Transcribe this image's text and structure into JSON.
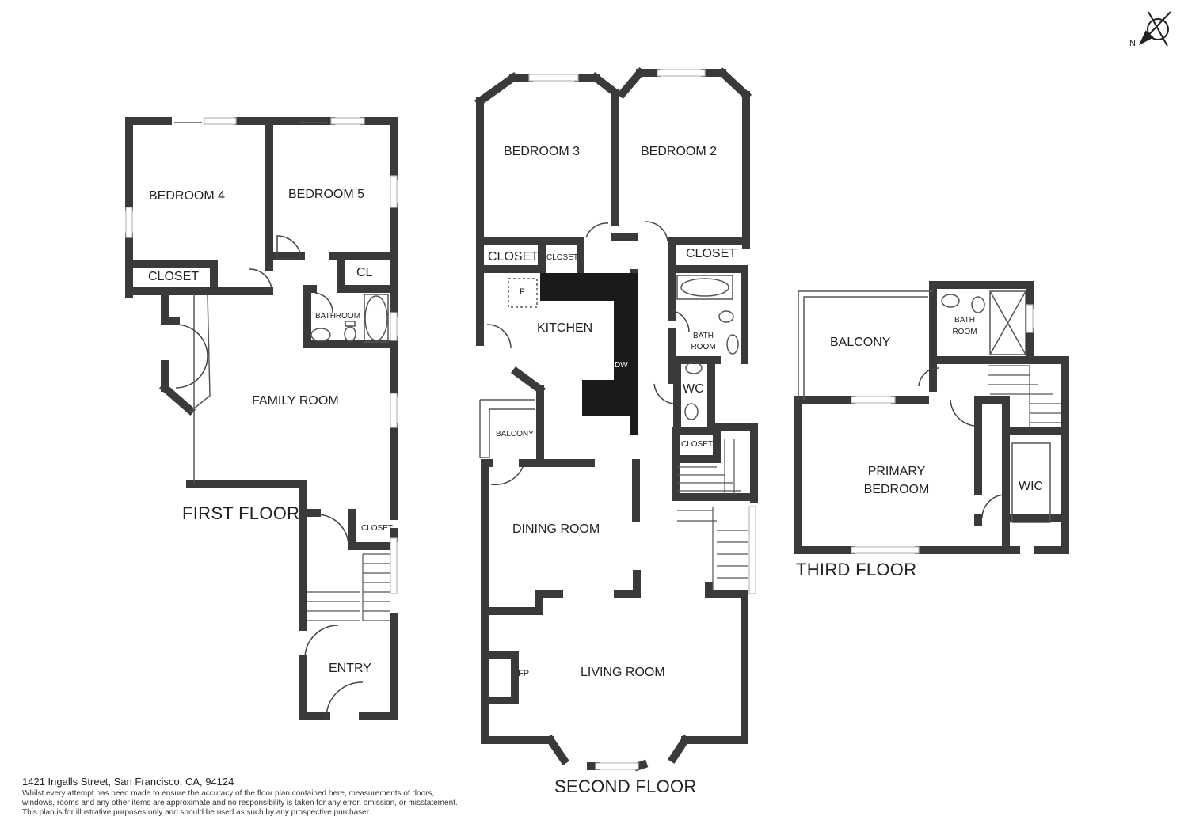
{
  "colors": {
    "wall": "#3a3a3a",
    "kitchen_counter": "#1a1a1a",
    "window": "#cfcfcf",
    "text": "#222222",
    "background": "#ffffff"
  },
  "compass": {
    "label": "N",
    "icon": "compass-arrow-icon"
  },
  "floors": {
    "first": {
      "title": "FIRST FLOOR",
      "rooms": {
        "bedroom4": "BEDROOM 4",
        "bedroom5": "BEDROOM 5",
        "closet": "CLOSET",
        "cl": "CL",
        "bathroom": "BATHROOM",
        "family_room": "FAMILY ROOM",
        "closet_small": "CLOSET",
        "entry": "ENTRY"
      }
    },
    "second": {
      "title": "SECOND FLOOR",
      "rooms": {
        "bedroom3": "BEDROOM 3",
        "bedroom2": "BEDROOM 2",
        "closet_left": "CLOSET",
        "closet_mid": "CLOSET",
        "closet_right": "CLOSET",
        "fridge": "F",
        "kitchen": "KITCHEN",
        "dishwasher": "DW",
        "bath_line1": "BATH",
        "bath_line2": "ROOM",
        "wc": "WC",
        "closet_stair": "CLOSET",
        "balcony": "BALCONY",
        "dining_room": "DINING ROOM",
        "fireplace": "FP",
        "living_room": "LIVING ROOM"
      }
    },
    "third": {
      "title": "THIRD FLOOR",
      "rooms": {
        "balcony": "BALCONY",
        "bath_line1": "BATH",
        "bath_line2": "ROOM",
        "primary_line1": "PRIMARY",
        "primary_line2": "BEDROOM",
        "wic": "WIC"
      }
    }
  },
  "footer": {
    "address": "1421 Ingalls Street, San Francisco, CA, 94124",
    "disclaimer": [
      "Whilst every attempt has been made to ensure the accuracy of the floor plan contained here, measurements of doors,",
      "windows, rooms and any other items are approximate and no responsibility is taken for any error, omission, or misstatement.",
      "This plan is for illustrative purposes only and should be used as such by any prospective purchaser."
    ]
  }
}
